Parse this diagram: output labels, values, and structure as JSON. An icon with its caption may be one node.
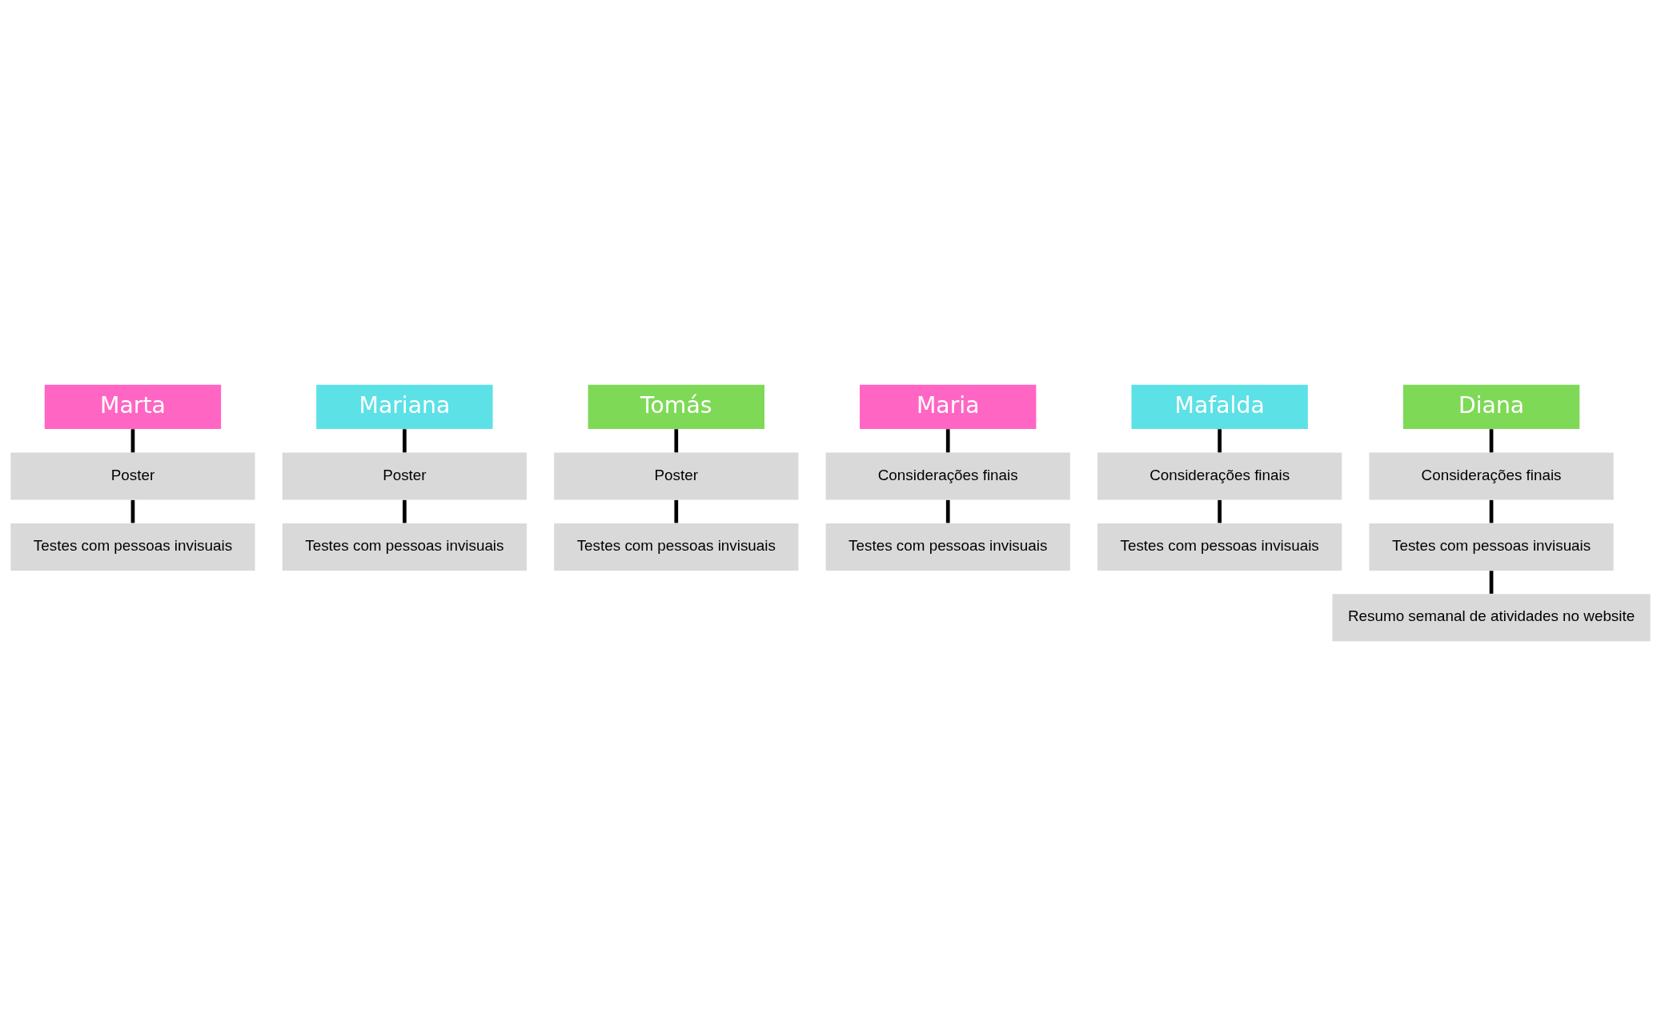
{
  "diagram": {
    "nodes": [
      {
        "text": [
          "Marta"
        ]
      },
      {
        "text": [
          "Poster"
        ]
      },
      {
        "text": [
          "Testes com pessoas invisuais"
        ]
      },
      {
        "text": [
          "Mariana"
        ]
      },
      {
        "text": [
          "Poster"
        ]
      },
      {
        "text": [
          "Testes com pessoas invisuais"
        ]
      },
      {
        "text": [
          "Tomás"
        ]
      },
      {
        "text": [
          "Poster"
        ]
      },
      {
        "text": [
          "Testes com pessoas invisuais"
        ]
      },
      {
        "text": [
          "Maria"
        ]
      },
      {
        "text": [
          "Considerações finais"
        ]
      },
      {
        "text": [
          "Testes com pessoas invisuais"
        ]
      },
      {
        "text": [
          "Mafalda"
        ]
      },
      {
        "text": [
          "Considerações finais"
        ]
      },
      {
        "text": [
          "Testes com pessoas invisuais"
        ]
      },
      {
        "text": [
          "Diana"
        ]
      },
      {
        "text": [
          "Considerações finais"
        ]
      },
      {
        "text": [
          "Testes com pessoas invisuais"
        ]
      },
      {
        "text": [
          "Resumo semanal de atividades no website"
        ]
      }
    ],
    "edges": [
      {
        "from": 0,
        "to": 1,
        "arrow": "none"
      },
      {
        "from": 1,
        "to": 2,
        "arrow": "none"
      },
      {
        "from": 3,
        "to": 4,
        "arrow": "none"
      },
      {
        "from": 4,
        "to": 5,
        "arrow": "none"
      },
      {
        "from": 6,
        "to": 7,
        "arrow": "none"
      },
      {
        "from": 7,
        "to": 8,
        "arrow": "none"
      },
      {
        "from": 9,
        "to": 10,
        "arrow": "none"
      },
      {
        "from": 10,
        "to": 11,
        "arrow": "none"
      },
      {
        "from": 12,
        "to": 13,
        "arrow": "none"
      },
      {
        "from": 13,
        "to": 14,
        "arrow": "none"
      },
      {
        "from": 15,
        "to": 16,
        "arrow": "none"
      },
      {
        "from": 16,
        "to": 17,
        "arrow": "none"
      },
      {
        "from": 17,
        "to": 18,
        "arrow": "none"
      }
    ]
  }
}
